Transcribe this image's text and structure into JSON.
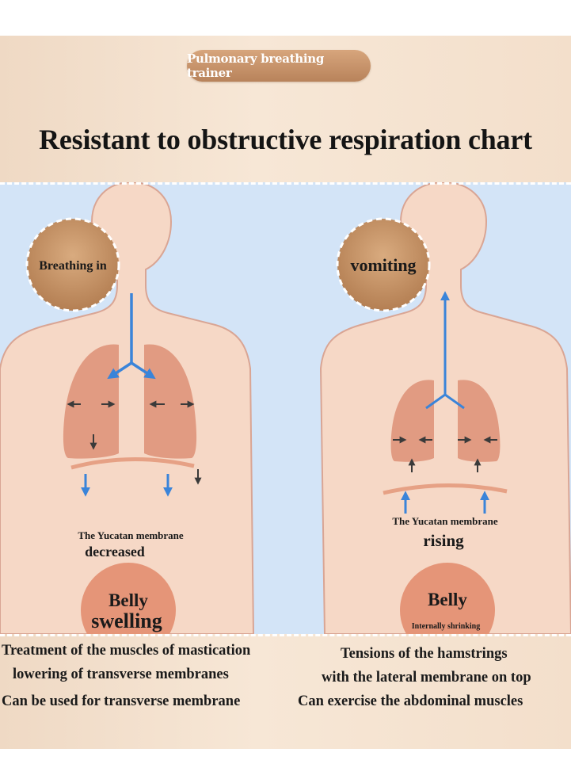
{
  "header": {
    "badge": "Pulmonary breathing trainer",
    "title": "Resistant to obstructive respiration chart"
  },
  "left_panel": {
    "circle_label": "Breathing in",
    "membrane_label": "The Yucatan membrane",
    "membrane_state": "decreased",
    "belly_title": "Belly",
    "belly_state": "swelling",
    "captions": [
      "Treatment of the muscles of mastication",
      "lowering of transverse membranes",
      "Can be used for transverse membrane"
    ]
  },
  "right_panel": {
    "circle_label": "vomiting",
    "membrane_label": "The Yucatan membrane",
    "membrane_state": "rising",
    "belly_title": "Belly",
    "belly_state": "Internally shrinking",
    "captions": [
      "Tensions of the hamstrings",
      "with the lateral membrane on top",
      "Can exercise the abdominal muscles"
    ]
  },
  "colors": {
    "panel_blue": "#d3e4f7",
    "skin": "#f6d8c6",
    "skin_outline": "#d9a594",
    "lung": "#e19b82",
    "belly": "#e59578",
    "badge_brown": "#c28d64",
    "arrow_blue": "#3a84d9",
    "arrow_dark": "#3a3a3a"
  }
}
